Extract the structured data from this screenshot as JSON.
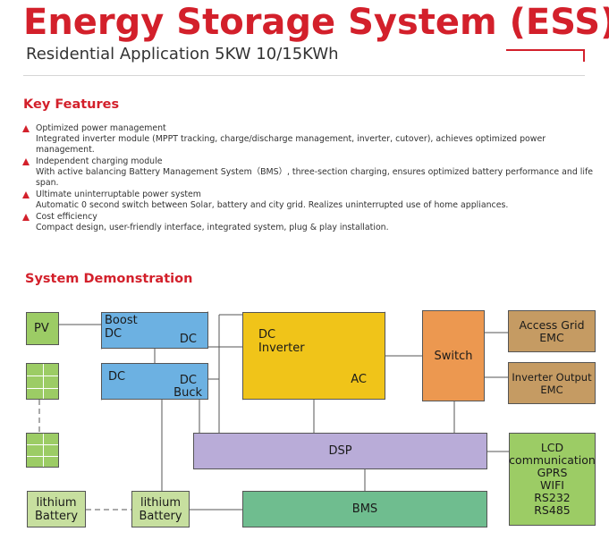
{
  "header": {
    "title": "Energy Storage System (ESS)",
    "subtitle": "Residential Application 5KW 10/15KWh",
    "accent_color": "#d3202b"
  },
  "key_features": {
    "heading": "Key Features",
    "items": [
      {
        "title": "Optimized power management",
        "description": "Integrated inverter module (MPPT tracking, charge/discharge management, inverter, cutover), achieves optimized power management."
      },
      {
        "title": "Independent charging module",
        "description": "With active balancing Battery Management System（BMS）, three-section charging, ensures optimized battery performance and life span."
      },
      {
        "title": "Ultimate uninterruptable power system",
        "description": "Automatic 0 second switch between Solar, battery and city grid. Realizes uninterrupted use of home appliances."
      },
      {
        "title": "Cost efficiency",
        "description": "Compact design, user-friendly interface, integrated system, plug & play installation."
      }
    ]
  },
  "system_demo": {
    "heading": "System Demonstration",
    "pv_label": "PV",
    "boost_dc": {
      "top": "Boost",
      "left": "DC",
      "right": "DC"
    },
    "dc_buck": {
      "left": "DC",
      "right_top": "DC",
      "right_bottom": "Buck"
    },
    "dc_inverter": {
      "top": "DC",
      "middle": "Inverter",
      "bottom": "AC"
    },
    "switch": "Switch",
    "access_grid": [
      "Access Grid",
      "EMC"
    ],
    "inverter_output": [
      "Inverter Output",
      "EMC"
    ],
    "dsp": "DSP",
    "lcd": [
      "LCD",
      "communication",
      "GPRS",
      "WIFI",
      "RS232",
      "RS485"
    ],
    "lithium_battery_1": [
      "lithium",
      "Battery"
    ],
    "lithium_battery_2": [
      "lithium",
      "Battery"
    ],
    "bms": "BMS"
  },
  "colors": {
    "blue": "#6cb1e2",
    "yellow": "#f0c419",
    "orange": "#ec9850",
    "brown": "#c59b63",
    "purple": "#b9acd8",
    "green": "#9ccc65",
    "teal": "#6fbd8f",
    "cream": "#c7df9f"
  }
}
